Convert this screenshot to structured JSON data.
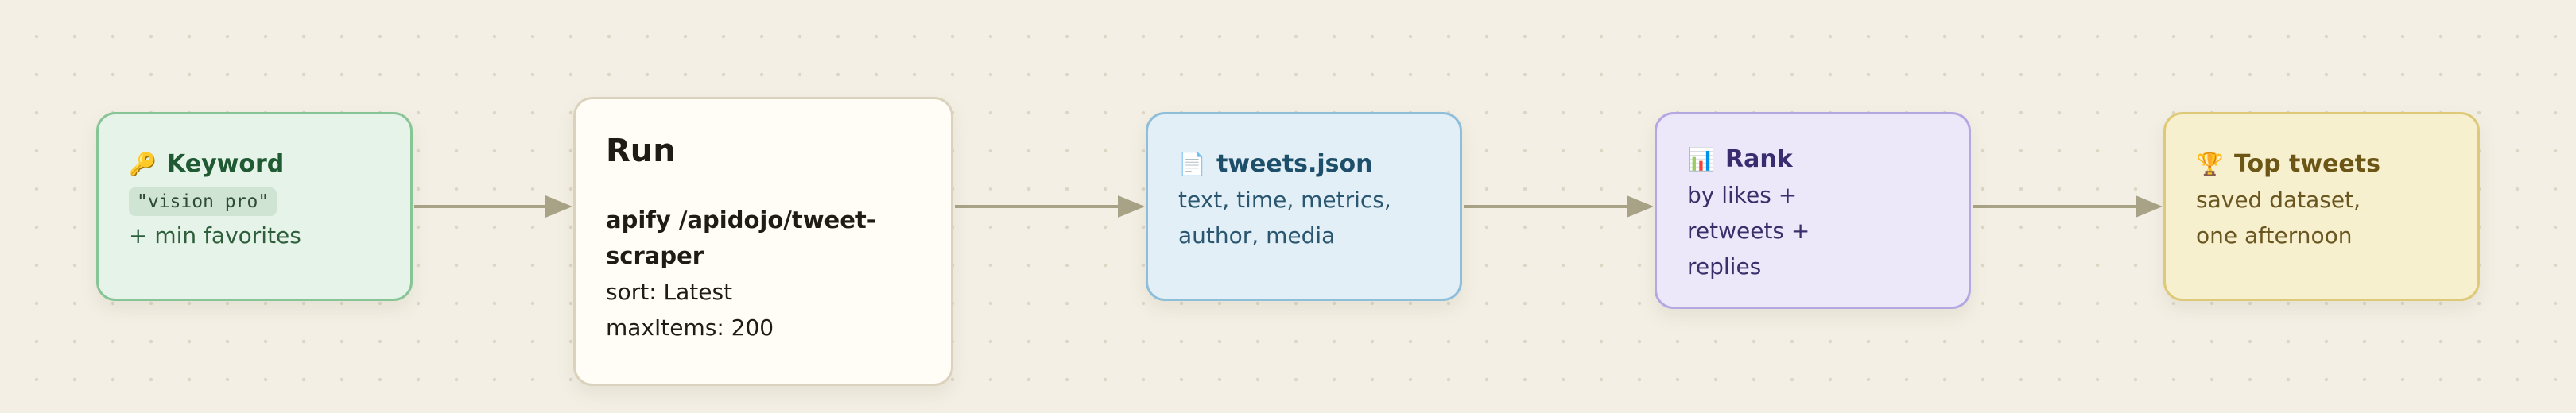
{
  "nodes": {
    "keyword": {
      "icon": "🔑",
      "icon_name": "key-icon",
      "title": "Keyword",
      "code": "\"vision pro\"",
      "line2": "+ min favorites"
    },
    "run": {
      "title": "Run",
      "actor_line1": "apify /apidojo/tweet-",
      "actor_line2": "scraper",
      "sort": "sort: Latest",
      "max_items": "maxItems: 200"
    },
    "tweets": {
      "icon": "📄",
      "icon_name": "document-icon",
      "title": "tweets.json",
      "line1": "text, time, metrics,",
      "line2": "author, media"
    },
    "rank": {
      "icon": "📊",
      "icon_name": "bar-chart-icon",
      "title": "Rank",
      "line1": "by likes +",
      "line2": "retweets +",
      "line3": "replies"
    },
    "top": {
      "icon": "🏆",
      "icon_name": "trophy-icon",
      "title": "Top tweets",
      "line1": "saved dataset,",
      "line2": "one afternoon"
    }
  },
  "colors": {
    "arrow": "#a8a287",
    "keyword_border": "#87c596",
    "tweets_border": "#8fbfd8",
    "rank_border": "#b5a7e2",
    "top_border": "#ddc978"
  }
}
